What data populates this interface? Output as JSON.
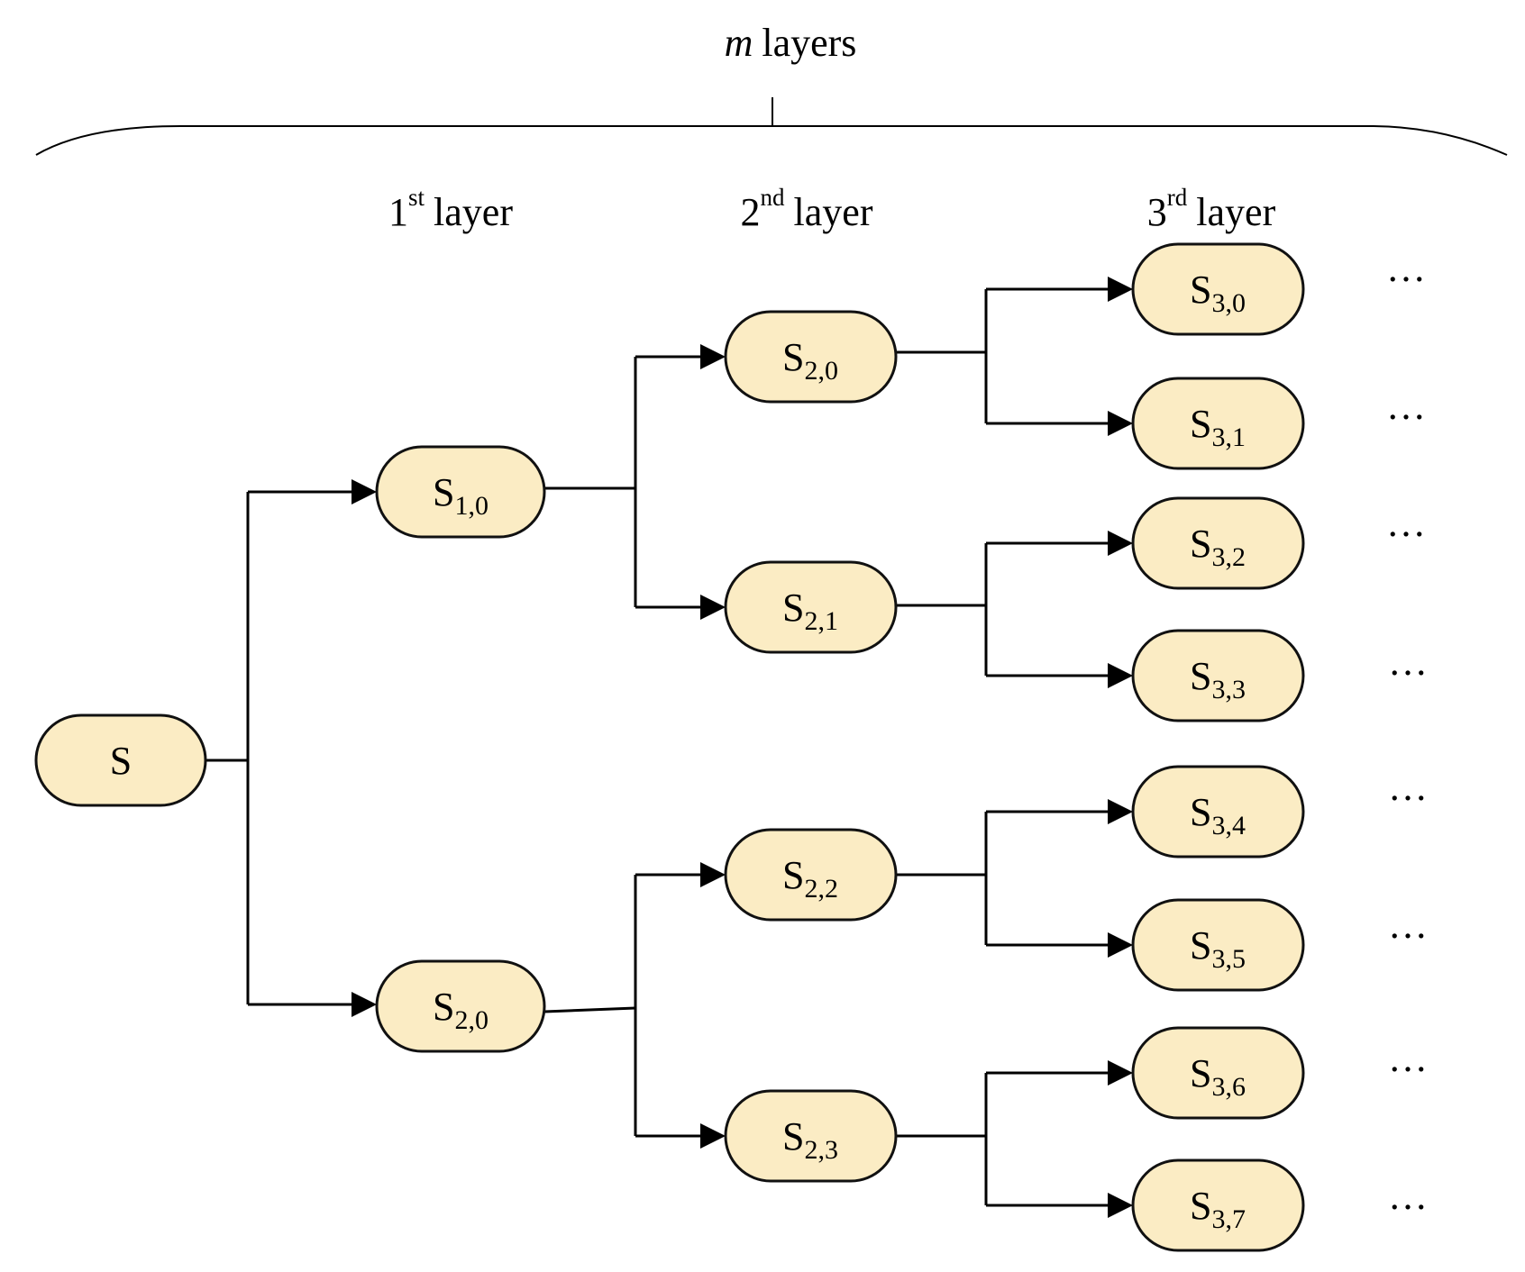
{
  "brace_label": {
    "variable": "m",
    "text": "layers"
  },
  "layer_headers": [
    {
      "number": "1",
      "suffix": "st",
      "text": "layer"
    },
    {
      "number": "2",
      "suffix": "nd",
      "text": "layer"
    },
    {
      "number": "3",
      "suffix": "rd",
      "text": "layer"
    }
  ],
  "nodes": {
    "root": {
      "main": "S",
      "sub": ""
    },
    "layer1": [
      {
        "main": "S",
        "sub": "1,0"
      },
      {
        "main": "S",
        "sub": "2,0"
      }
    ],
    "layer2": [
      {
        "main": "S",
        "sub": "2,0"
      },
      {
        "main": "S",
        "sub": "2,1"
      },
      {
        "main": "S",
        "sub": "2,2"
      },
      {
        "main": "S",
        "sub": "2,3"
      }
    ],
    "layer3": [
      {
        "main": "S",
        "sub": "3,0"
      },
      {
        "main": "S",
        "sub": "3,1"
      },
      {
        "main": "S",
        "sub": "3,2"
      },
      {
        "main": "S",
        "sub": "3,3"
      },
      {
        "main": "S",
        "sub": "3,4"
      },
      {
        "main": "S",
        "sub": "3,5"
      },
      {
        "main": "S",
        "sub": "3,6"
      },
      {
        "main": "S",
        "sub": "3,7"
      }
    ]
  },
  "continuation": "…",
  "colors": {
    "node_fill": "#fbecc4",
    "node_stroke": "#111111",
    "line": "#000000"
  }
}
